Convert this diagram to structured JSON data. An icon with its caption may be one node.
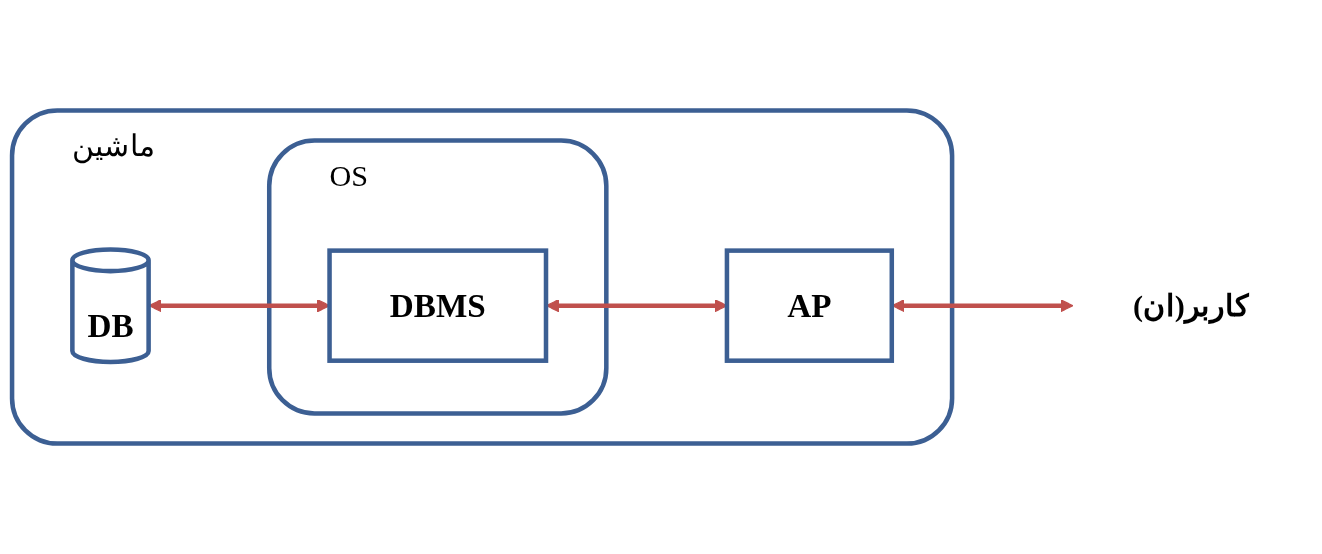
{
  "diagram": {
    "nodes": [
      {
        "text": [
          "ماشین"
        ]
      },
      {
        "text": [
          "DB"
        ],
        "in": 0
      },
      {
        "text": [
          "OS"
        ],
        "in": 0
      },
      {
        "text": [
          "DBMS"
        ],
        "in": 2
      },
      {
        "text": [
          "AP"
        ],
        "in": 0
      },
      {
        "text": [
          "کاربر(ان)"
        ]
      }
    ],
    "edges": [
      {
        "from": 1,
        "to": 3,
        "arrow": "both"
      },
      {
        "from": 3,
        "to": 4,
        "arrow": "both"
      },
      {
        "from": 4,
        "to": 5,
        "arrow": "both"
      }
    ]
  }
}
